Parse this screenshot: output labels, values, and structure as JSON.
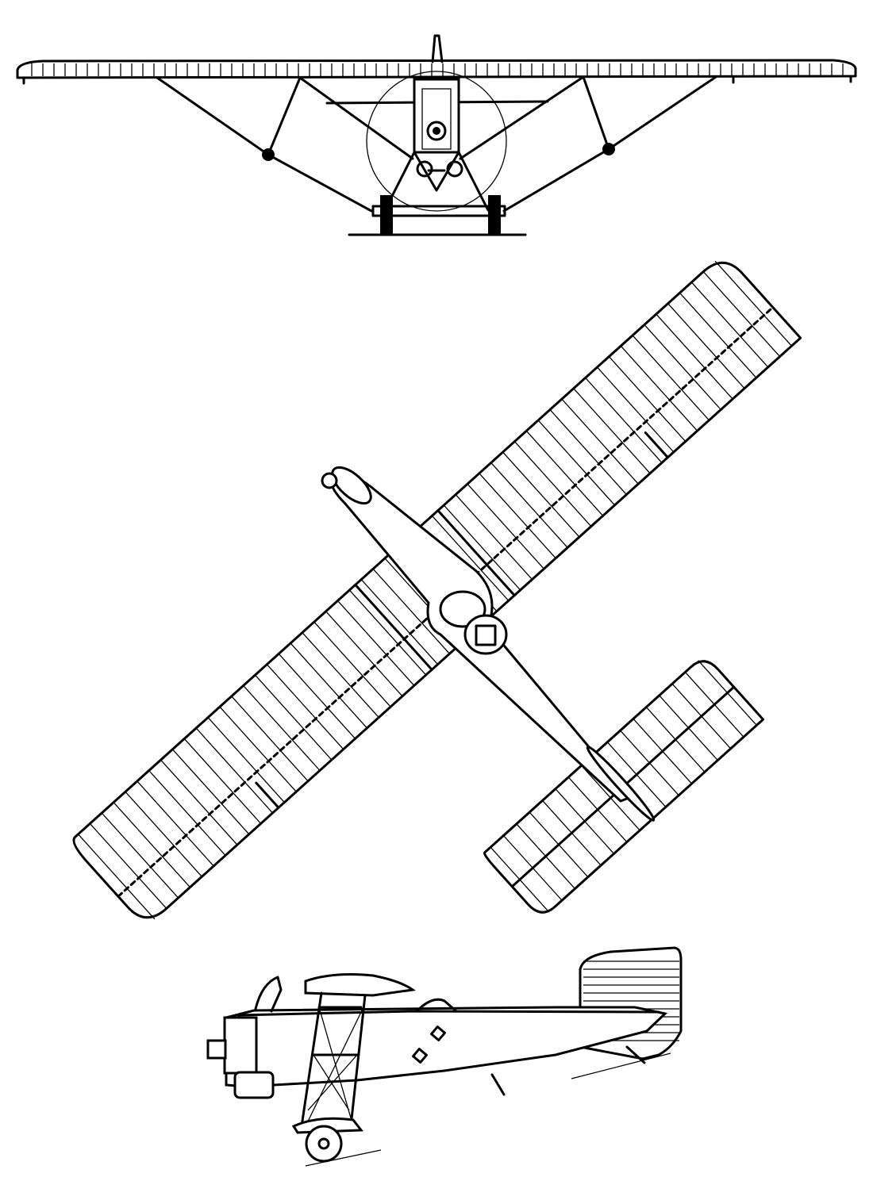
{
  "drawing": {
    "views": [
      "front-view",
      "top-view",
      "side-view"
    ],
    "ink_color": "#000000",
    "background_color": "#ffffff"
  }
}
